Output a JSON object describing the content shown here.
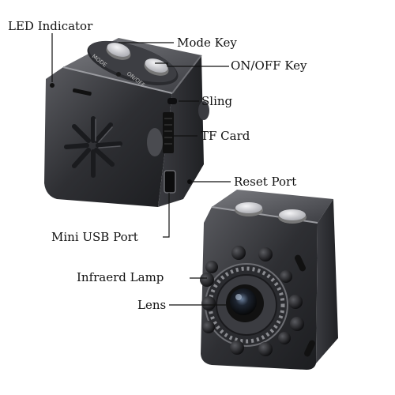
{
  "labels": {
    "led_indicator": "LED Indicator",
    "mode_key": "Mode Key",
    "on_off_key": "ON/OFF Key",
    "sling": "Sling",
    "tf_card": "TF Card",
    "reset_port": "Reset Port",
    "mini_usb_port": "Mini USB Port",
    "infrared_lamp": "Infraerd Lamp",
    "lens": "Lens"
  },
  "device_text": {
    "mode": "MODE",
    "on_off": "ON/OFF"
  },
  "colors": {
    "metal_dark": "#2b2c30",
    "metal_mid": "#4a4b50",
    "metal_light": "#8d8e93",
    "button": "#d9d9dc",
    "line": "#111111"
  }
}
